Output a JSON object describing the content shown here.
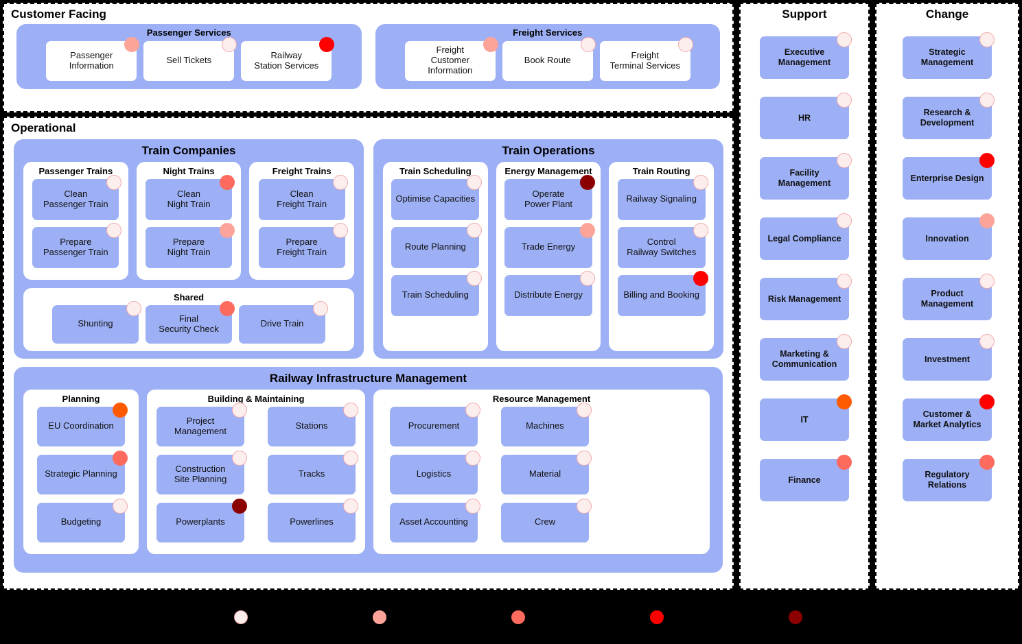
{
  "layers": {
    "customer_facing": {
      "title": "Customer Facing",
      "groups": [
        {
          "title": "Passenger Services",
          "cards": [
            {
              "label": "Passenger\nInformation",
              "heat": "h1"
            },
            {
              "label": "Sell Tickets",
              "heat": "h0"
            },
            {
              "label": "Railway\nStation Services",
              "heat": "h3"
            }
          ]
        },
        {
          "title": "Freight Services",
          "cards": [
            {
              "label": "Freight\nCustomer\nInformation",
              "heat": "h1"
            },
            {
              "label": "Book Route",
              "heat": "h0"
            },
            {
              "label": "Freight\nTerminal Services",
              "heat": "h0"
            }
          ]
        }
      ]
    },
    "operational": {
      "title": "Operational",
      "train_companies": {
        "title": "Train Companies",
        "columns": [
          {
            "title": "Passenger Trains",
            "cards": [
              {
                "label": "Clean\nPassenger Train",
                "heat": "h0"
              },
              {
                "label": "Prepare\nPassenger Train",
                "heat": "h0"
              }
            ]
          },
          {
            "title": "Night Trains",
            "cards": [
              {
                "label": "Clean\nNight Train",
                "heat": "h2"
              },
              {
                "label": "Prepare\nNight Train",
                "heat": "h1"
              }
            ]
          },
          {
            "title": "Freight Trains",
            "cards": [
              {
                "label": "Clean\nFreight Train",
                "heat": "h0"
              },
              {
                "label": "Prepare\nFreight Train",
                "heat": "h0"
              }
            ]
          }
        ],
        "shared": {
          "title": "Shared",
          "cards": [
            {
              "label": "Shunting",
              "heat": "h0"
            },
            {
              "label": "Final\nSecurity Check",
              "heat": "h2"
            },
            {
              "label": "Drive Train",
              "heat": "h0"
            }
          ]
        }
      },
      "train_operations": {
        "title": "Train Operations",
        "columns": [
          {
            "title": "Train Scheduling",
            "cards": [
              {
                "label": "Optimise Capacities",
                "heat": "h0"
              },
              {
                "label": "Route Planning",
                "heat": "h0"
              },
              {
                "label": "Train Scheduling",
                "heat": "h0"
              }
            ]
          },
          {
            "title": "Energy Management",
            "cards": [
              {
                "label": "Operate\nPower Plant",
                "heat": "h4"
              },
              {
                "label": "Trade Energy",
                "heat": "h1"
              },
              {
                "label": "Distribute Energy",
                "heat": "h0"
              }
            ]
          },
          {
            "title": "Train Routing",
            "cards": [
              {
                "label": "Railway Signaling",
                "heat": "h0"
              },
              {
                "label": "Control\nRailway Switches",
                "heat": "h0"
              },
              {
                "label": "Billing and Booking",
                "heat": "h3"
              }
            ]
          }
        ]
      },
      "infrastructure": {
        "title": "Railway Infrastructure Management",
        "planning": {
          "title": "Planning",
          "cards": [
            {
              "label": "EU Coordination",
              "heat": "hx"
            },
            {
              "label": "Strategic Planning",
              "heat": "h2"
            },
            {
              "label": "Budgeting",
              "heat": "h0"
            }
          ]
        },
        "building": {
          "title": "Building & Maintaining",
          "col1": [
            {
              "label": "Project\nManagement",
              "heat": "h0"
            },
            {
              "label": "Construction\nSite Planning",
              "heat": "h0"
            },
            {
              "label": "Powerplants",
              "heat": "h4"
            }
          ],
          "col2": [
            {
              "label": "Stations",
              "heat": "h0"
            },
            {
              "label": "Tracks",
              "heat": "h0"
            },
            {
              "label": "Powerlines",
              "heat": "h0"
            }
          ]
        },
        "resource": {
          "title": "Resource Management",
          "col1": [
            {
              "label": "Procurement",
              "heat": "h0"
            },
            {
              "label": "Logistics",
              "heat": "h0"
            },
            {
              "label": "Asset Accounting",
              "heat": "h0"
            }
          ],
          "col2": [
            {
              "label": "Machines",
              "heat": "h0"
            },
            {
              "label": "Material",
              "heat": "h0"
            },
            {
              "label": "Crew",
              "heat": "h0"
            }
          ]
        }
      }
    },
    "support": {
      "title": "Support",
      "cards": [
        {
          "label": "Executive\nManagement",
          "heat": "h0"
        },
        {
          "label": "HR",
          "heat": "h0"
        },
        {
          "label": "Facility\nManagement",
          "heat": "h0"
        },
        {
          "label": "Legal Compliance",
          "heat": "h0"
        },
        {
          "label": "Risk Management",
          "heat": "h0"
        },
        {
          "label": "Marketing &\nCommunication",
          "heat": "h0"
        },
        {
          "label": "IT",
          "heat": "hx"
        },
        {
          "label": "Finance",
          "heat": "h2"
        }
      ]
    },
    "change": {
      "title": "Change",
      "cards": [
        {
          "label": "Strategic\nManagement",
          "heat": "h0"
        },
        {
          "label": "Research &\nDevelopment",
          "heat": "h0"
        },
        {
          "label": "Enterprise Design",
          "heat": "h3"
        },
        {
          "label": "Innovation",
          "heat": "h1"
        },
        {
          "label": "Product\nManagement",
          "heat": "h0"
        },
        {
          "label": "Investment",
          "heat": "h0"
        },
        {
          "label": "Customer &\nMarket Analytics",
          "heat": "h3"
        },
        {
          "label": "Regulatory\nRelations",
          "heat": "h2"
        }
      ]
    }
  },
  "legend": {
    "scale": [
      {
        "heat": "h0",
        "color": "#fdeeee"
      },
      {
        "heat": "h1",
        "color": "#fda49a"
      },
      {
        "heat": "h2",
        "color": "#fc6b5e"
      },
      {
        "heat": "h3",
        "color": "#ff0000"
      },
      {
        "heat": "h4",
        "color": "#8b0000"
      }
    ]
  },
  "colors": {
    "group_blue": "#9db0f5",
    "background": "#000000",
    "panel": "#ffffff"
  }
}
